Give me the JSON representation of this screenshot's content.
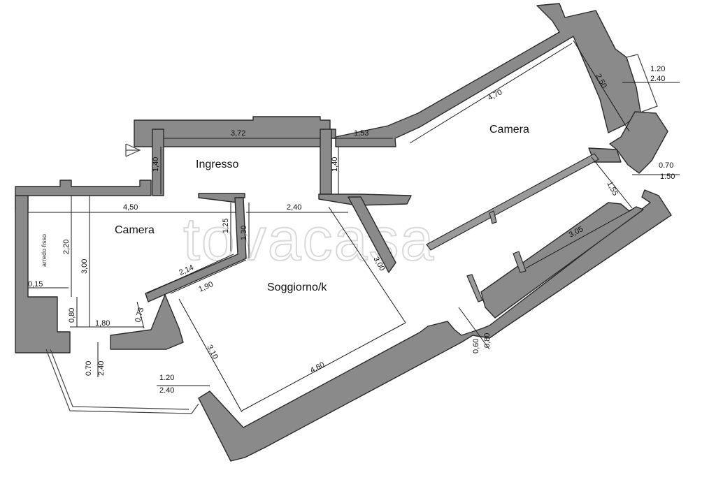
{
  "rooms": {
    "camera_top": "Camera",
    "ingresso": "Ingresso",
    "camera_left": "Camera",
    "soggiorno": "Soggiorno/k"
  },
  "dimensions": {
    "d_3_72": "3,72",
    "d_1_53": "1,53",
    "d_1_40_a": "1,40",
    "d_1_40_b": "1,40",
    "d_4_70": "4,70",
    "d_2_50": "2,50",
    "d_4_50": "4,50",
    "d_2_40_int": "2,40",
    "d_1_25": "1,25",
    "d_1_30": "1,30",
    "d_2_20": "2,20",
    "d_3_00_left": "3,00",
    "d_3_00_mid": "3,00",
    "d_2_14": "2,14",
    "d_1_90": "1,90",
    "d_0_15": "0,15",
    "d_0_80_left": "0,80",
    "d_1_80": "1,80",
    "d_0_73": "0,73",
    "d_3_10": "3,10",
    "d_4_60": "4,60",
    "d_1_55": "1,55",
    "d_3_05": "3,05"
  },
  "openings": {
    "win_top_right_w": "1.20",
    "win_top_right_h": "2.40",
    "win_mid_right_w": "0.70",
    "win_mid_right_h": "1.50",
    "door_bottom_w": "0,80",
    "door_bottom_h": "0,60",
    "win_left_w": "0.70",
    "win_left_h": "2.40",
    "win_bottom_left_w": "1.20",
    "win_bottom_left_h": "2.40"
  },
  "notes": {
    "arredo": "arredo fisso"
  },
  "watermark": "tovacasa",
  "colors": {
    "wall": "#8a8a8a",
    "line": "#1a1a1a"
  }
}
